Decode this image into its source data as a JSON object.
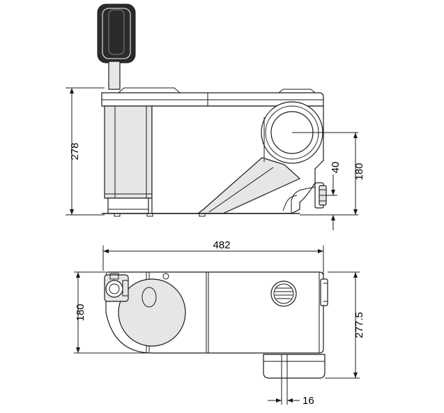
{
  "dimensions": {
    "side_height": "278",
    "side_outlet_height": "180",
    "side_outlet_offset": "40",
    "plan_width": "482",
    "plan_depth": "180",
    "plan_overall_depth": "277.5",
    "plan_outlet_diameter": "16"
  },
  "colors": {
    "line": "#1a1a1a",
    "body_fill": "#e6e6e6",
    "dark_fill": "#2b2b2b"
  }
}
